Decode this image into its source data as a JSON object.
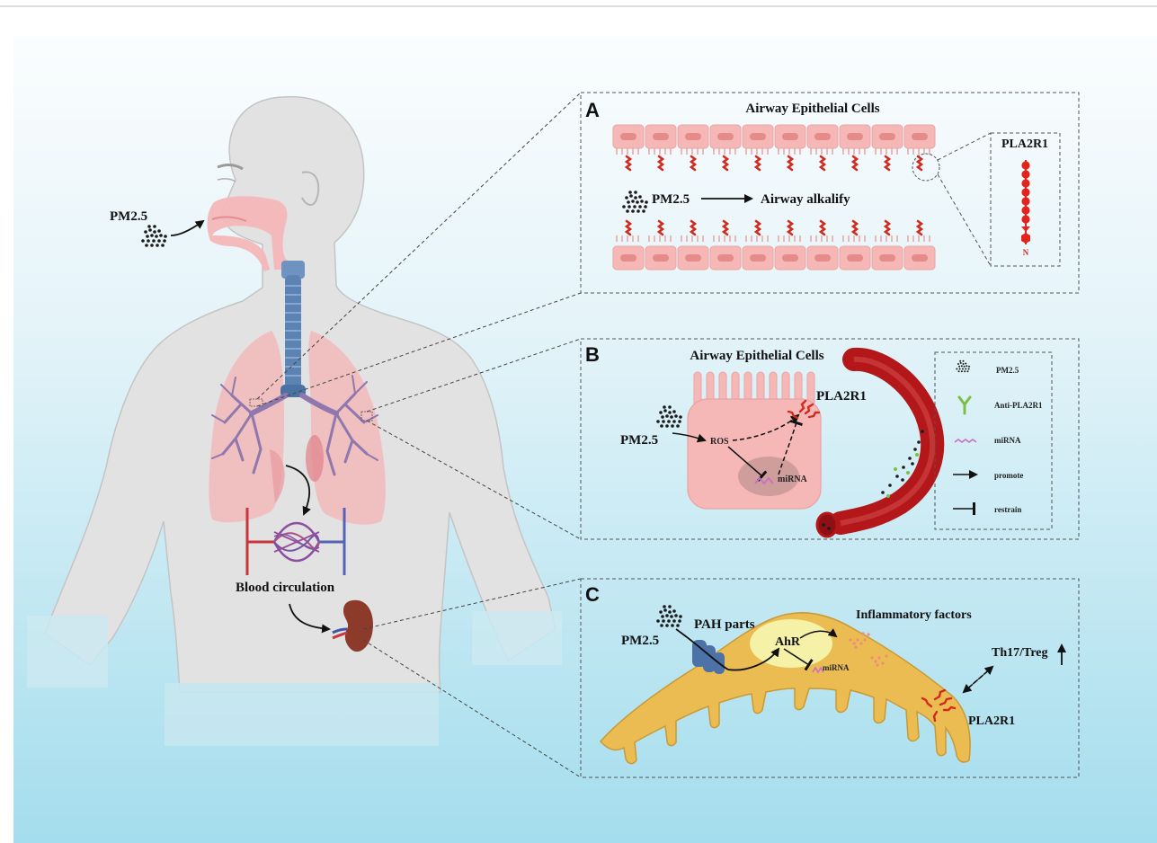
{
  "colors": {
    "bg_top": "#f4fafd",
    "bg_bottom": "#a6dfee",
    "skin": "#e2e2e2",
    "skin_stroke": "#c4c4c4",
    "lung": "#f4b6b8",
    "airway": "#5b84b4",
    "bronchi": "#8f78ad",
    "epithelium": "#f5b8b7",
    "nucleus": "#e58c8b",
    "receptor": "#d12b1e",
    "vessel": "#b3171a",
    "kidney": "#8c3b2a",
    "cell_c": "#eabc52",
    "nucleus_c": "#f5f1a7",
    "antibody": "#7bc043",
    "mirna": "#c770c4"
  },
  "body": {
    "pm25_label": "PM2.5",
    "blood_circulation_label": "Blood circulation"
  },
  "panel_a": {
    "letter": "A",
    "title": "Airway Epithelial Cells",
    "pm25_label": "PM2.5",
    "effect_label": "Airway alkalify",
    "receptor_title": "PLA2R1",
    "receptor_terminal": "N"
  },
  "panel_b": {
    "letter": "B",
    "title": "Airway Epithelial Cells",
    "pm25_label": "PM2.5",
    "ros_label": "ROS",
    "mirna_label": "miRNA",
    "receptor_label": "PLA2R1",
    "legend": {
      "pm25": "PM2.5",
      "anti_pla2r1": "Anti-PLA2R1",
      "mirna": "miRNA",
      "promote": "promote",
      "restrain": "restrain"
    }
  },
  "panel_c": {
    "letter": "C",
    "pm25_label": "PM2.5",
    "pah_label": "PAH parts",
    "ahr_label": "AhR",
    "mirna_label": "miRNA",
    "inflammatory_label": "Inflammatory factors",
    "th17_label": "Th17/Treg",
    "receptor_label": "PLA2R1"
  }
}
